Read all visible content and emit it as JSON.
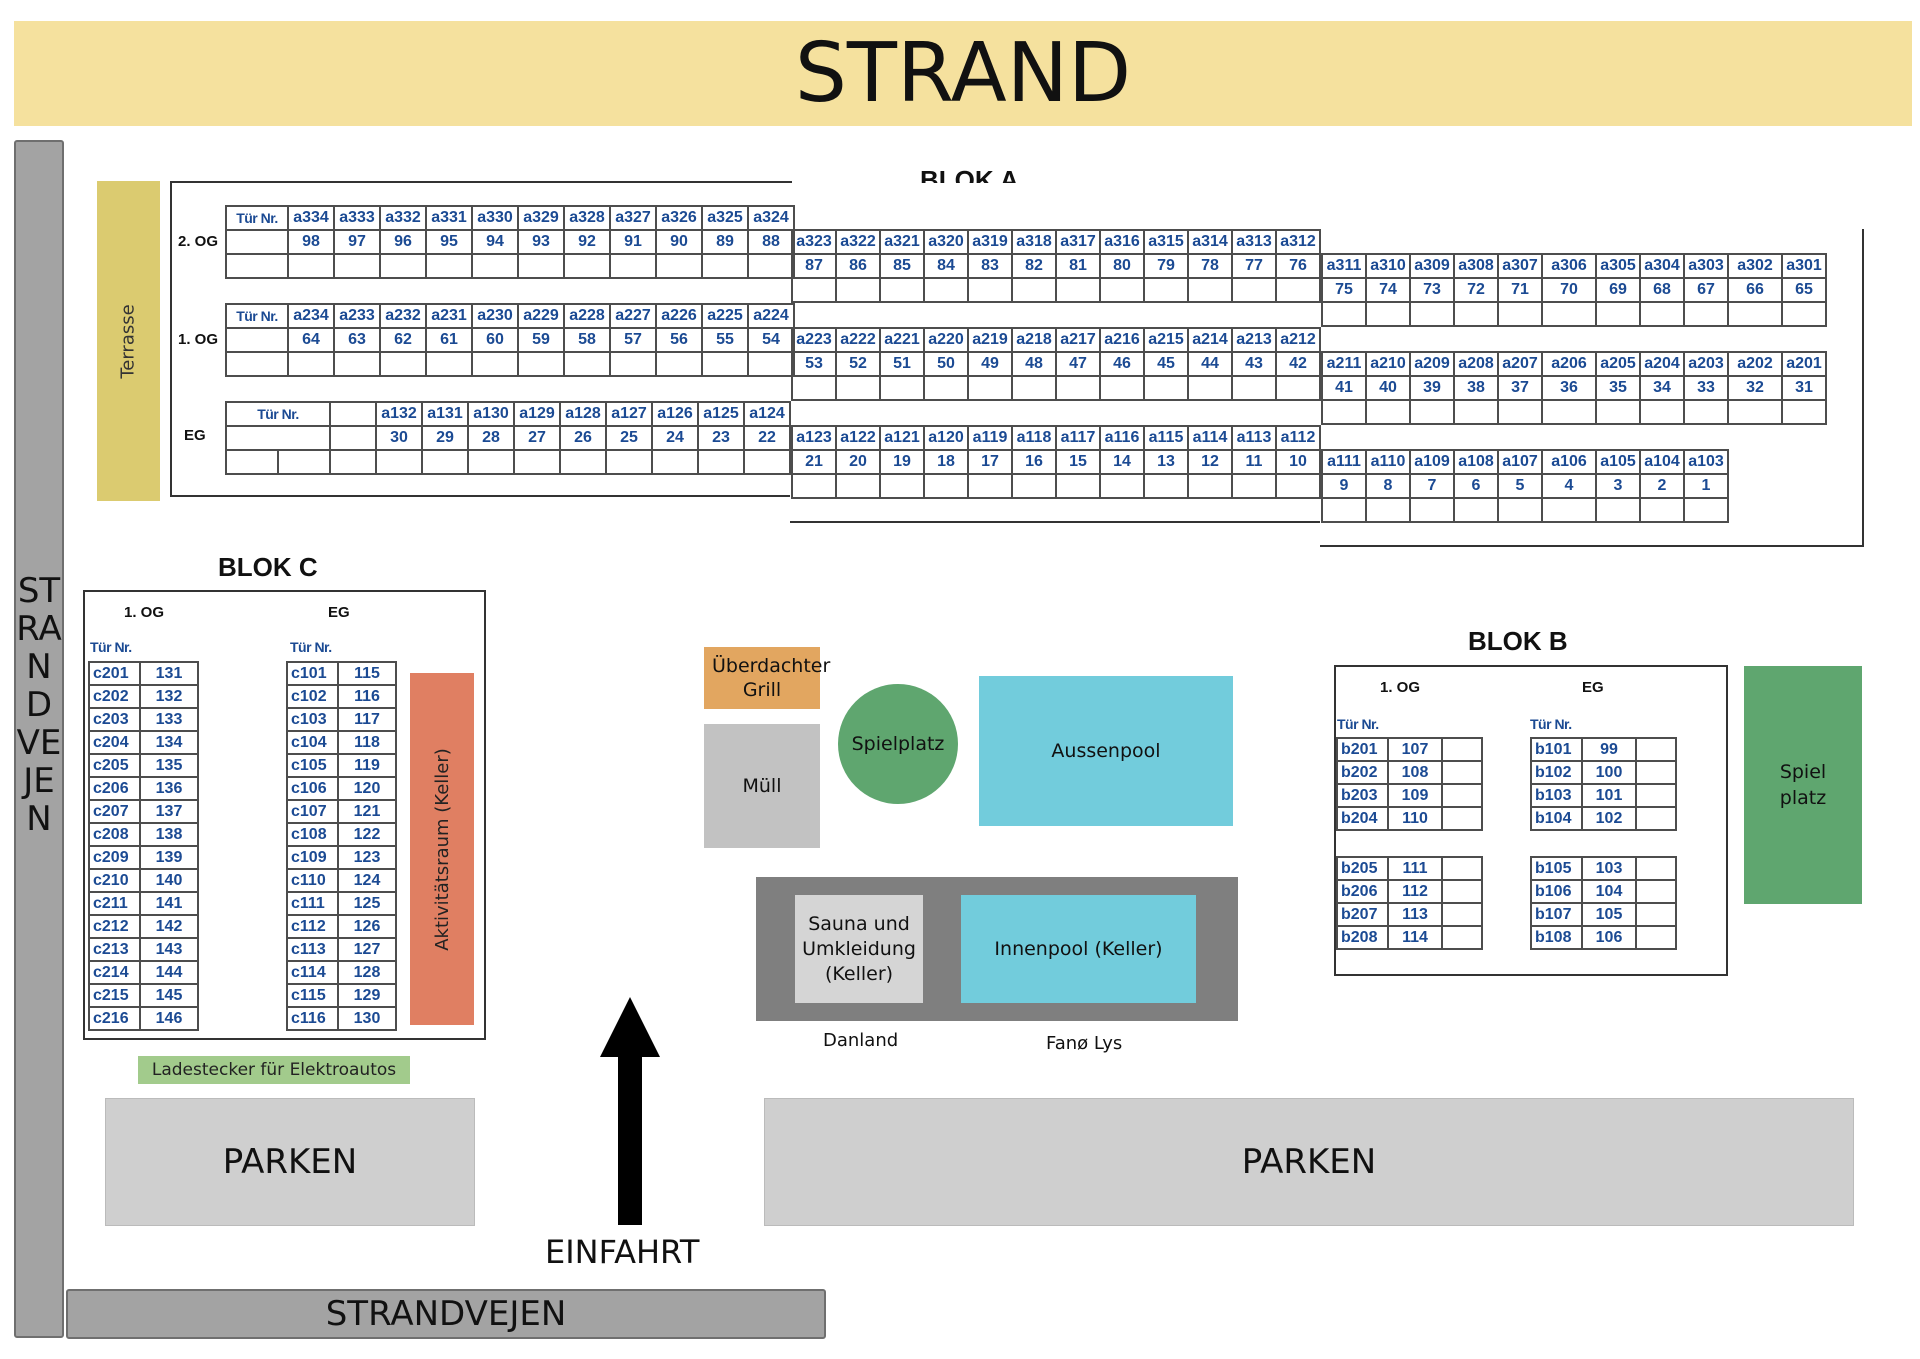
{
  "header": {
    "title": "STRAND"
  },
  "roads": {
    "vertical": "STRANDVEJEN",
    "horizontal": "STRANDVEJEN"
  },
  "entrance": {
    "label": "EINFAHRT"
  },
  "blok_a": {
    "title": "BLOK A",
    "terrace": "Terrasse",
    "floors": [
      {
        "label": "2. OG",
        "upper": {
          "doors": [
            "a334",
            "a333",
            "a332",
            "a331",
            "a330",
            "a329",
            "a328",
            "a327",
            "a326",
            "a325",
            "a324"
          ],
          "numbers": [
            "98",
            "97",
            "96",
            "95",
            "94",
            "93",
            "92",
            "91",
            "90",
            "89",
            "88"
          ]
        },
        "middle": {
          "doors": [
            "a323",
            "a322",
            "a321",
            "a320",
            "a319",
            "a318",
            "a317",
            "a316",
            "a315",
            "a314",
            "a313",
            "a312"
          ],
          "numbers": [
            "87",
            "86",
            "85",
            "84",
            "83",
            "82",
            "81",
            "80",
            "79",
            "78",
            "77",
            "76"
          ]
        },
        "right": {
          "doors": [
            "a311",
            "a310",
            "a309",
            "a308",
            "a307",
            "a306",
            "a305",
            "a304",
            "a303",
            "a302",
            "a301"
          ],
          "numbers": [
            "75",
            "74",
            "73",
            "72",
            "71",
            "70",
            "69",
            "68",
            "67",
            "66",
            "65"
          ]
        }
      },
      {
        "label": "1. OG",
        "upper": {
          "doors": [
            "a234",
            "a233",
            "a232",
            "a231",
            "a230",
            "a229",
            "a228",
            "a227",
            "a226",
            "a225",
            "a224"
          ],
          "numbers": [
            "64",
            "63",
            "62",
            "61",
            "60",
            "59",
            "58",
            "57",
            "56",
            "55",
            "54"
          ]
        },
        "middle": {
          "doors": [
            "a223",
            "a222",
            "a221",
            "a220",
            "a219",
            "a218",
            "a217",
            "a216",
            "a215",
            "a214",
            "a213",
            "a212"
          ],
          "numbers": [
            "53",
            "52",
            "51",
            "50",
            "49",
            "48",
            "47",
            "46",
            "45",
            "44",
            "43",
            "42"
          ]
        },
        "right": {
          "doors": [
            "a211",
            "a210",
            "a209",
            "a208",
            "a207",
            "a206",
            "a205",
            "a204",
            "a203",
            "a202",
            "a201"
          ],
          "numbers": [
            "41",
            "40",
            "39",
            "38",
            "37",
            "36",
            "35",
            "34",
            "33",
            "32",
            "31"
          ]
        }
      },
      {
        "label": "EG",
        "upper": {
          "doors": [
            "",
            "a132",
            "a131",
            "a130",
            "a129",
            "a128",
            "a127",
            "a126",
            "a125",
            "a124"
          ],
          "numbers": [
            "",
            "30",
            "29",
            "28",
            "27",
            "26",
            "25",
            "24",
            "23",
            "22"
          ]
        },
        "middle": {
          "doors": [
            "a123",
            "a122",
            "a121",
            "a120",
            "a119",
            "a118",
            "a117",
            "a116",
            "a115",
            "a114",
            "a113",
            "a112"
          ],
          "numbers": [
            "21",
            "20",
            "19",
            "18",
            "17",
            "16",
            "15",
            "14",
            "13",
            "12",
            "11",
            "10"
          ]
        },
        "right": {
          "doors": [
            "a111",
            "a110",
            "a109",
            "a108",
            "a107",
            "a106",
            "a105",
            "a104",
            "a103"
          ],
          "numbers": [
            "9",
            "8",
            "7",
            "6",
            "5",
            "4",
            "3",
            "2",
            "1"
          ]
        }
      }
    ],
    "tur_label": "Tür Nr."
  },
  "blok_c": {
    "title": "BLOK C",
    "og_label": "1. OG",
    "eg_label": "EG",
    "tur_label": "Tür Nr.",
    "og_rows": [
      [
        "c201",
        "131"
      ],
      [
        "c202",
        "132"
      ],
      [
        "c203",
        "133"
      ],
      [
        "c204",
        "134"
      ],
      [
        "c205",
        "135"
      ],
      [
        "c206",
        "136"
      ],
      [
        "c207",
        "137"
      ],
      [
        "c208",
        "138"
      ],
      [
        "c209",
        "139"
      ],
      [
        "c210",
        "140"
      ],
      [
        "c211",
        "141"
      ],
      [
        "c212",
        "142"
      ],
      [
        "c213",
        "143"
      ],
      [
        "c214",
        "144"
      ],
      [
        "c215",
        "145"
      ],
      [
        "c216",
        "146"
      ]
    ],
    "eg_rows": [
      [
        "c101",
        "115"
      ],
      [
        "c102",
        "116"
      ],
      [
        "c103",
        "117"
      ],
      [
        "c104",
        "118"
      ],
      [
        "c105",
        "119"
      ],
      [
        "c106",
        "120"
      ],
      [
        "c107",
        "121"
      ],
      [
        "c108",
        "122"
      ],
      [
        "c109",
        "123"
      ],
      [
        "c110",
        "124"
      ],
      [
        "c111",
        "125"
      ],
      [
        "c112",
        "126"
      ],
      [
        "c113",
        "127"
      ],
      [
        "c114",
        "128"
      ],
      [
        "c115",
        "129"
      ],
      [
        "c116",
        "130"
      ]
    ],
    "activity_room": "Aktivitätsraum (Keller)",
    "charger": "Ladestecker für Elektroautos"
  },
  "blok_b": {
    "title": "BLOK B",
    "og_label": "1. OG",
    "eg_label": "EG",
    "tur_label": "Tür Nr.",
    "og_rows_top": [
      [
        "b201",
        "107"
      ],
      [
        "b202",
        "108"
      ],
      [
        "b203",
        "109"
      ],
      [
        "b204",
        "110"
      ]
    ],
    "og_rows_bottom": [
      [
        "b205",
        "111"
      ],
      [
        "b206",
        "112"
      ],
      [
        "b207",
        "113"
      ],
      [
        "b208",
        "114"
      ]
    ],
    "eg_rows_top": [
      [
        "b101",
        "99"
      ],
      [
        "b102",
        "100"
      ],
      [
        "b103",
        "101"
      ],
      [
        "b104",
        "102"
      ]
    ],
    "eg_rows_bottom": [
      [
        "b105",
        "103"
      ],
      [
        "b106",
        "104"
      ],
      [
        "b107",
        "105"
      ],
      [
        "b108",
        "106"
      ]
    ],
    "playground": "Spiel platz"
  },
  "facilities": {
    "grill": "Überdachter Grill",
    "trash": "Müll",
    "playground": "Spielplatz",
    "outdoor_pool": "Aussenpool",
    "sauna": "Sauna und Umkleidung (Keller)",
    "indoor_pool": "Innenpool (Keller)",
    "danland": "Danland",
    "fano_lys": "Fanø Lys"
  },
  "parking": {
    "left": "PARKEN",
    "right": "PARKEN"
  },
  "colors": {
    "beach": "#f5e19e",
    "road": "#a3a3a3",
    "terrace": "#dbcb70",
    "activity": "#e07f62",
    "grill": "#e2a660",
    "trash": "#c2c2c2",
    "playground": "#5fa66f",
    "pool": "#72ccdc",
    "indoor_frame": "#7f7f7f",
    "charger": "#a2cb8c",
    "parking": "#cfcfcf",
    "door_text": "#1b4a93"
  }
}
